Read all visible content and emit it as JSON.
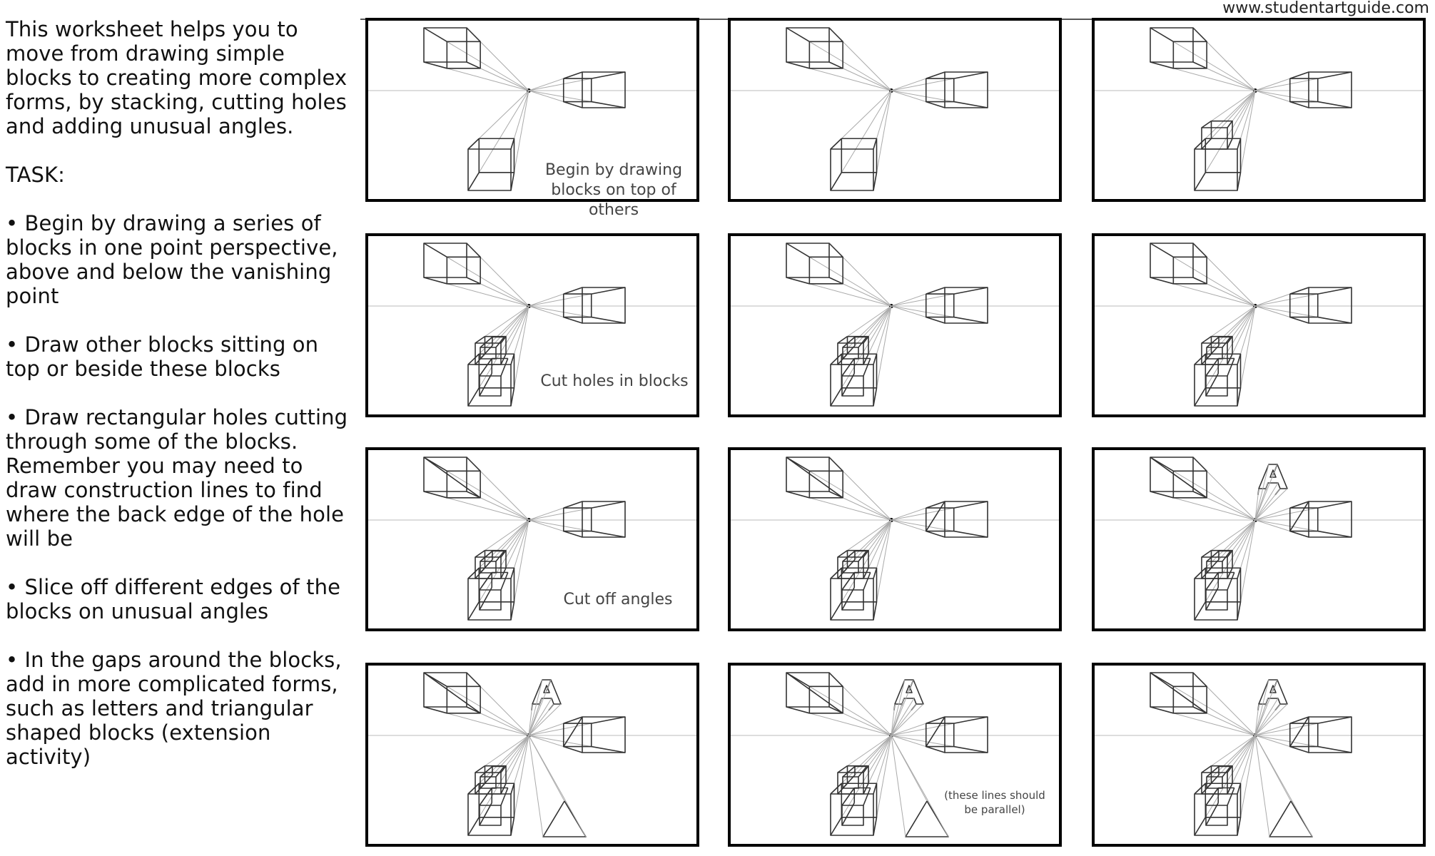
{
  "header": {
    "site_url": "www.studentartguide.com"
  },
  "instructions": {
    "intro": "This worksheet helps you to move from drawing simple blocks to creating more complex forms, by stacking, cutting holes and adding unusual angles.",
    "task_label": "TASK:",
    "bullets": [
      "Begin by drawing a series of blocks in one point perspective, above and below the vanishing point",
      "Draw other blocks sitting on top or beside these blocks",
      "Draw rectangular holes cutting through  some of the blocks. Remember you may need to draw construction lines to find where the back edge of the hole will be",
      "Slice off different edges of the blocks on unusual angles",
      "In the gaps around the blocks, add in more complicated forms, such as letters and triangular shaped blocks (extension activity)"
    ]
  },
  "panels": {
    "captions": {
      "stack": "Begin by drawing blocks on top of others",
      "holes": "Cut holes in blocks",
      "angles": "Cut off angles",
      "parallel_note": "(these lines should be parallel)"
    }
  }
}
